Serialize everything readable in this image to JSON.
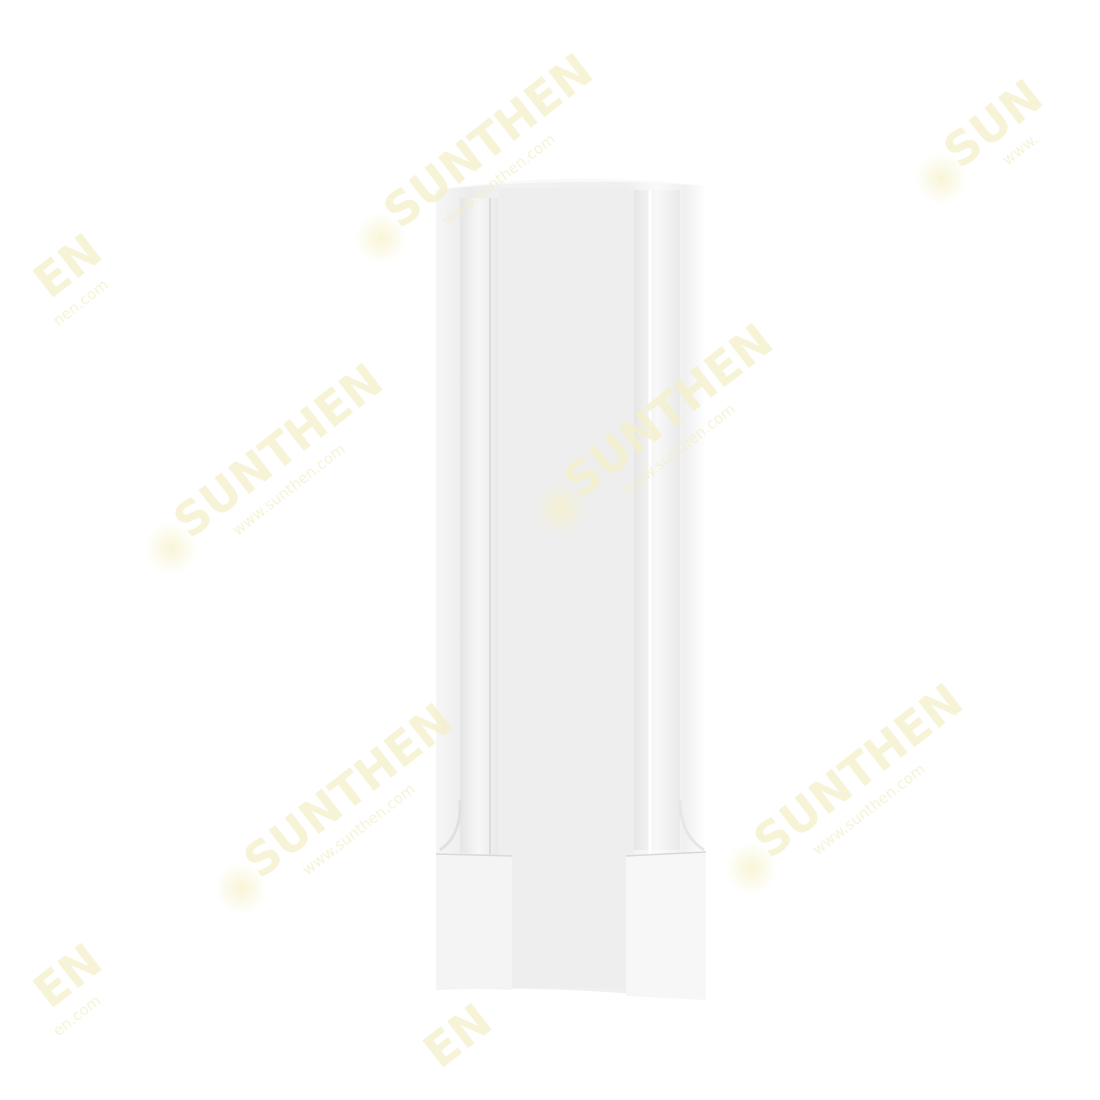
{
  "scene": {
    "subject": "white-outdoor-cpe-device",
    "background_color": "#ffffff",
    "device_color": "#f2f2f2",
    "watermark_color": "#f3f0c8"
  },
  "watermark": {
    "brand": "SUNTHEN",
    "url": "www.sunthen.com",
    "partial_brand_left": "EN",
    "partial_url_left": "nen.com",
    "partial_brand_bottom": "EN",
    "partial_url_bottom": "en.com",
    "partial_brand_right": "SUN",
    "partial_url_right": "www."
  }
}
